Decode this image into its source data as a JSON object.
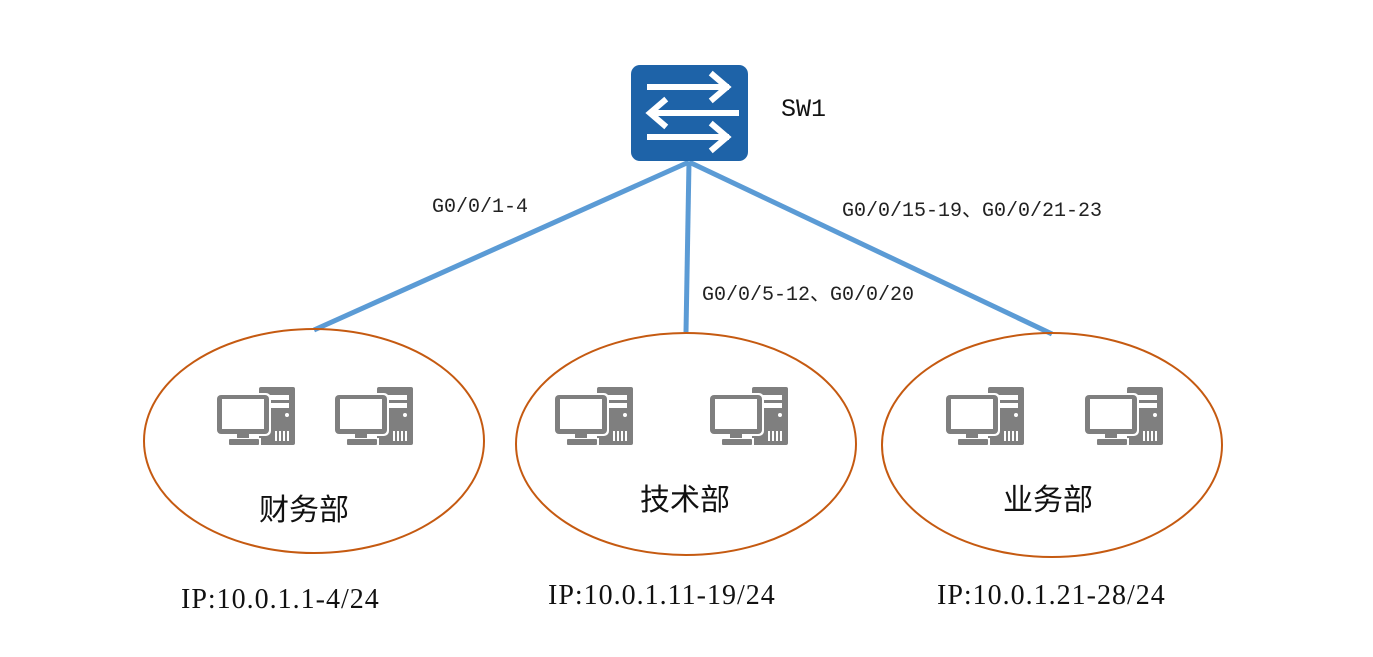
{
  "switch": {
    "name": "SW1",
    "icon": "switch-icon",
    "color": "#1e63a8"
  },
  "link_color": "#5b9bd5",
  "group_outline_color": "#c55a11",
  "pc_color": "#7f7f7f",
  "links": [
    {
      "id": "finance",
      "ports": "G0/0/1-4"
    },
    {
      "id": "tech",
      "ports": "G0/0/5-12、G0/0/20"
    },
    {
      "id": "business",
      "ports": "G0/0/15-19、G0/0/21-23"
    }
  ],
  "departments": [
    {
      "id": "finance",
      "name": "财务部",
      "ip": "IP:10.0.1.1-4/24",
      "pc_count": 2,
      "pc_icon": "desktop-pc-icon"
    },
    {
      "id": "tech",
      "name": "技术部",
      "ip": "IP:10.0.1.11-19/24",
      "pc_count": 2,
      "pc_icon": "desktop-pc-icon"
    },
    {
      "id": "business",
      "name": "业务部",
      "ip": "IP:10.0.1.21-28/24",
      "pc_count": 2,
      "pc_icon": "desktop-pc-icon"
    }
  ]
}
